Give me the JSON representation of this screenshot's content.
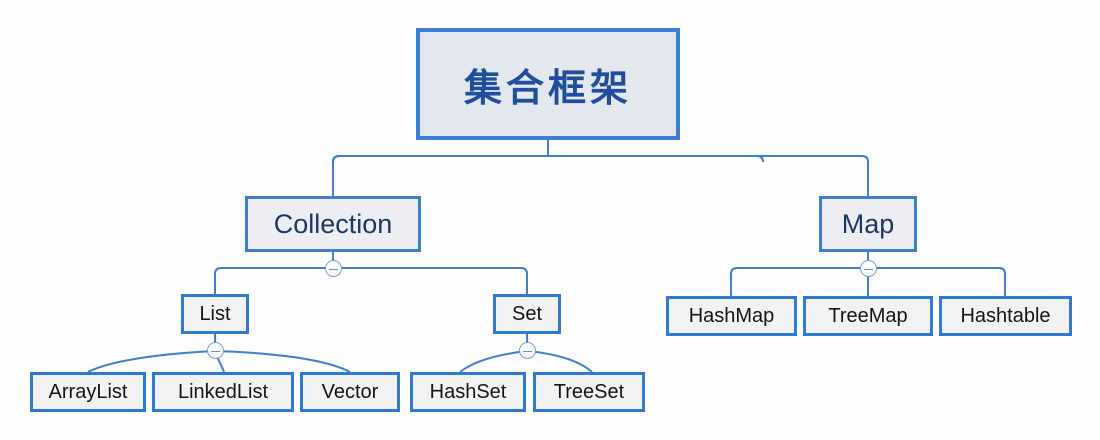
{
  "diagram": {
    "title": "集合框架",
    "type": "tree-hierarchy",
    "colors": {
      "edge": "#3d7fd4",
      "node_border": "#2e7ad6",
      "root_border": "#3d7fd4",
      "root_fill": "#e3e7ee",
      "node_fill": "#f2f2f2",
      "root_text": "#1f4e9c",
      "lvl2_text": "#1b3a63",
      "leaf_text": "#151515",
      "background": "#fdfdfd"
    },
    "nodes": {
      "root": {
        "label": "集合框架"
      },
      "collection": {
        "label": "Collection"
      },
      "map": {
        "label": "Map"
      },
      "list": {
        "label": "List"
      },
      "set": {
        "label": "Set"
      },
      "hashmap": {
        "label": "HashMap"
      },
      "treemap": {
        "label": "TreeMap"
      },
      "hashtable": {
        "label": "Hashtable"
      },
      "arraylist": {
        "label": "ArrayList"
      },
      "linkedlist": {
        "label": "LinkedList"
      },
      "vector": {
        "label": "Vector"
      },
      "hashset": {
        "label": "HashSet"
      },
      "treeset": {
        "label": "TreeSet"
      }
    },
    "toggles": [
      {
        "name": "collapse-toggle-collection",
        "icon": "minus-circle-icon"
      },
      {
        "name": "collapse-toggle-map",
        "icon": "minus-circle-icon"
      },
      {
        "name": "collapse-toggle-list",
        "icon": "minus-circle-icon"
      },
      {
        "name": "collapse-toggle-set",
        "icon": "minus-circle-icon"
      }
    ]
  }
}
